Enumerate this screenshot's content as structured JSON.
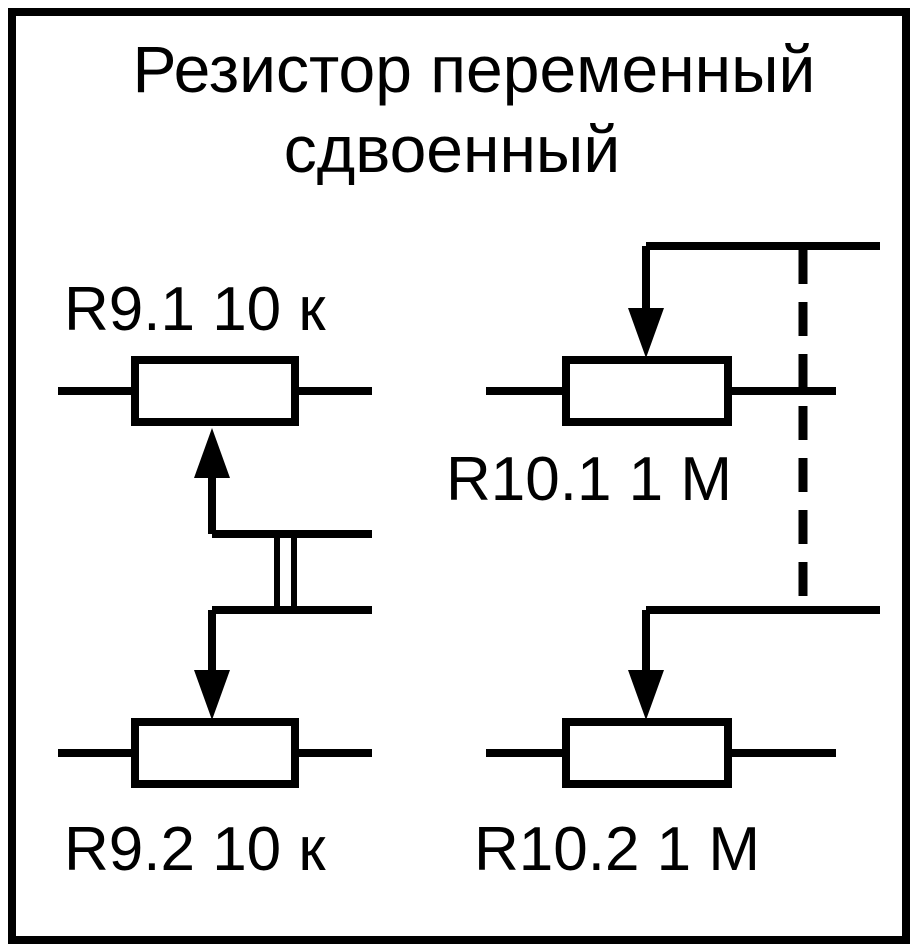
{
  "title": {
    "line1": "Резистор переменный",
    "line2": "сдвоенный"
  },
  "resistors": {
    "r9_1": "R9.1 10 к",
    "r9_2": "R9.2 10 к",
    "r10_1": "R10.1 1 M",
    "r10_2": "R10.2 1 M"
  },
  "colors": {
    "ink": "#000000",
    "background": "#ffffff"
  }
}
